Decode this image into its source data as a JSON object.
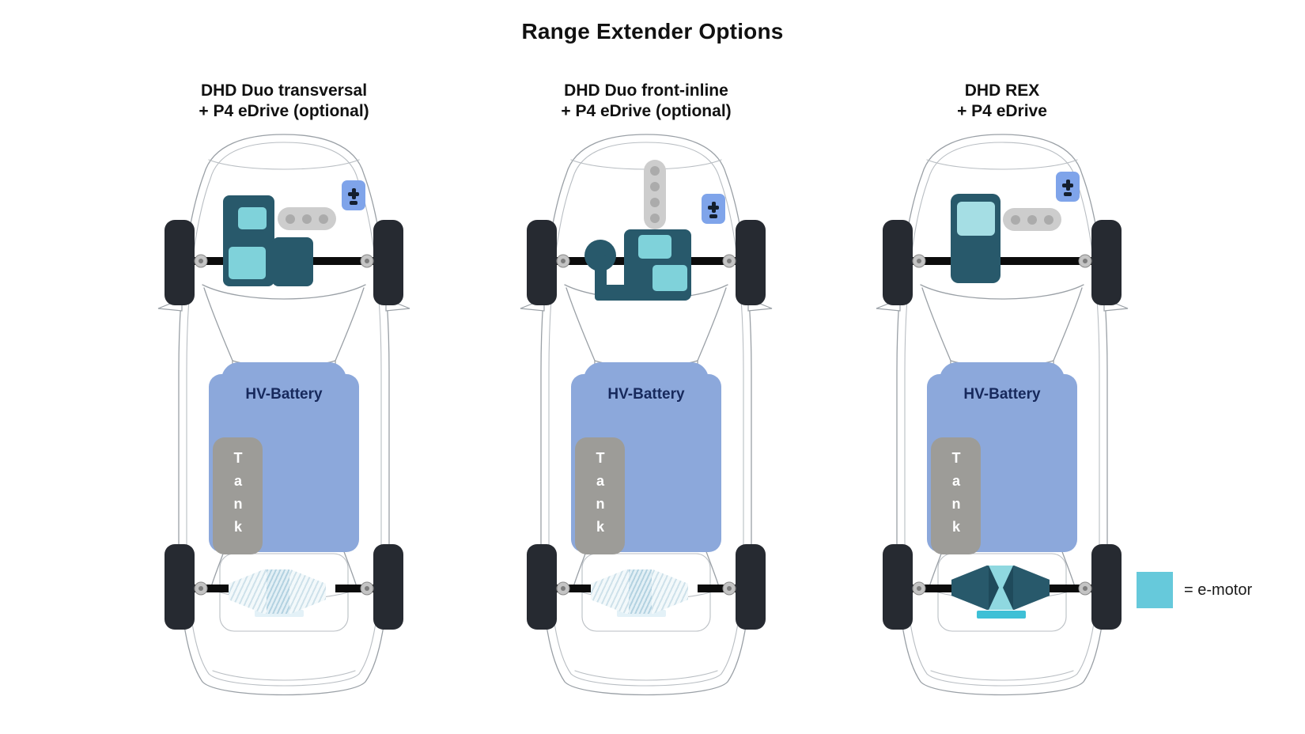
{
  "title": "Range Extender Options",
  "variants": [
    {
      "name": "DHD Duo transversal",
      "subtitle": "+ P4 eDrive (optional)",
      "battery_label": "HV-Battery",
      "tank_label": "Tank",
      "rear_drive": "optional (hatched)"
    },
    {
      "name": "DHD Duo front-inline",
      "subtitle": "+ P4 eDrive (optional)",
      "battery_label": "HV-Battery",
      "tank_label": "Tank",
      "rear_drive": "optional (hatched)"
    },
    {
      "name": "DHD REX",
      "subtitle": "+ P4 eDrive",
      "battery_label": "HV-Battery",
      "tank_label": "Tank",
      "rear_drive": "standard (solid)"
    }
  ],
  "legend": {
    "label": "= e-motor",
    "swatch_color": "#66C9DB"
  },
  "colors": {
    "engine_dark_teal": "#28596B",
    "e_motor_cyan": "#7FD2DA",
    "generator_cyan": "#A5DEE4",
    "battery_blue": "#8CA8DB",
    "tank_gray": "#9D9C98",
    "muffler_gray": "#CDCDCD",
    "charge_port_blue": "#7FA4EA",
    "wheel_dark": "#262A31",
    "legend_cyan": "#66C9DB"
  }
}
